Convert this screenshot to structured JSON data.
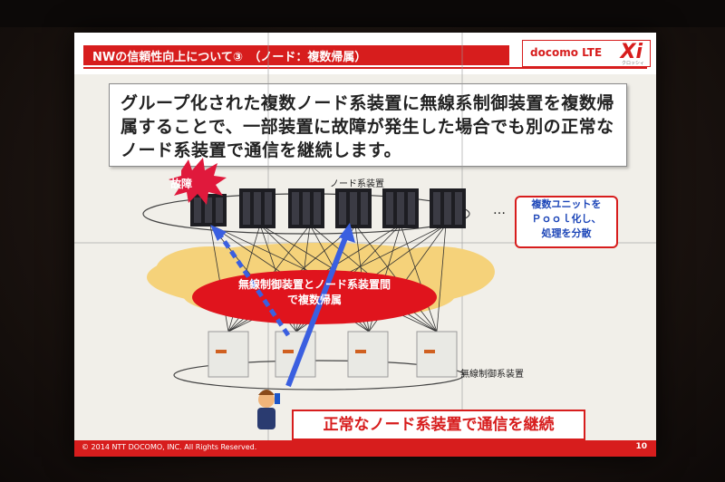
{
  "slide": {
    "title": "NWの信頼性向上について③　（ノード：複数帰属）",
    "logo": {
      "text": "docomo LTE",
      "mark": "Xi",
      "sub": "クロッシィ"
    },
    "summary": "グループ化された複数ノード系装置に無線系制御装置を複数帰属することで、一部装置に故障が発生した場合でも別の正常なノード系装置で通信を継続します。",
    "node_label": "ノード系装置",
    "fault_label": "故障",
    "ellipsis": "…",
    "note_lines": [
      "複数ユニットを",
      "Ｐｏｏｌ化し、",
      "処理を分散"
    ],
    "cloud_lines": [
      "無線制御装置とノード系装置間",
      "で複数帰属"
    ],
    "controller_label": "無線制御系装置",
    "result_label": "正常なノード系装置で通信を継続",
    "copyright": "© 2014 NTT DOCOMO, INC. All Rights Reserved.",
    "page_number": "10"
  },
  "colors": {
    "accent": "#d71d1d",
    "arrow": "#3a5fe0",
    "note_text": "#1d46b8"
  }
}
